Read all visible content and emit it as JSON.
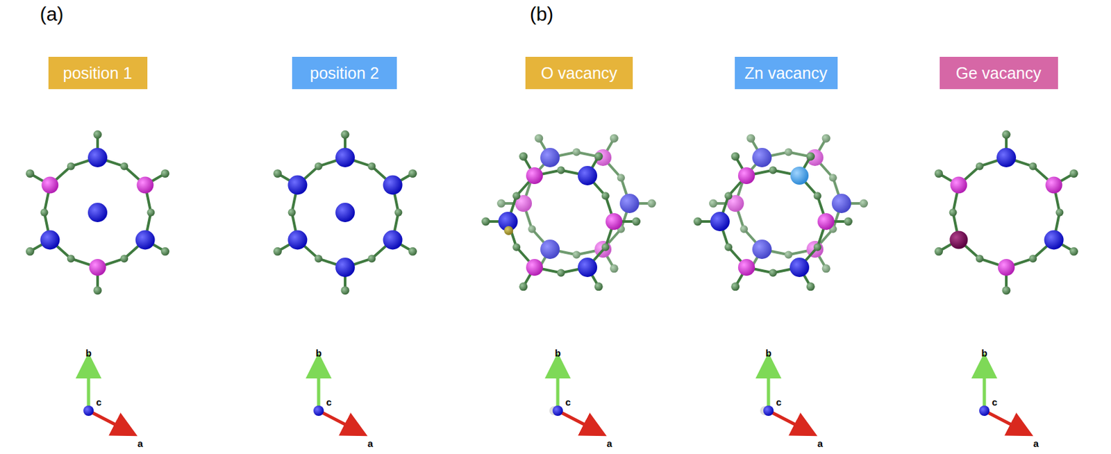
{
  "diagram": {
    "nodes": [
      {
        "text": [
          "position 1"
        ]
      },
      {
        "text": [
          "position 2"
        ]
      },
      {
        "text": [
          "O vacancy"
        ]
      },
      {
        "text": [
          "Zn vacancy"
        ]
      },
      {
        "text": [
          "Ge vacancy"
        ]
      }
    ],
    "labels": [
      "(a)",
      "(b)",
      "b",
      "c",
      "a",
      "b",
      "c",
      "a",
      "b",
      "c",
      "a",
      "b",
      "c",
      "a",
      "b",
      "c",
      "a"
    ]
  }
}
